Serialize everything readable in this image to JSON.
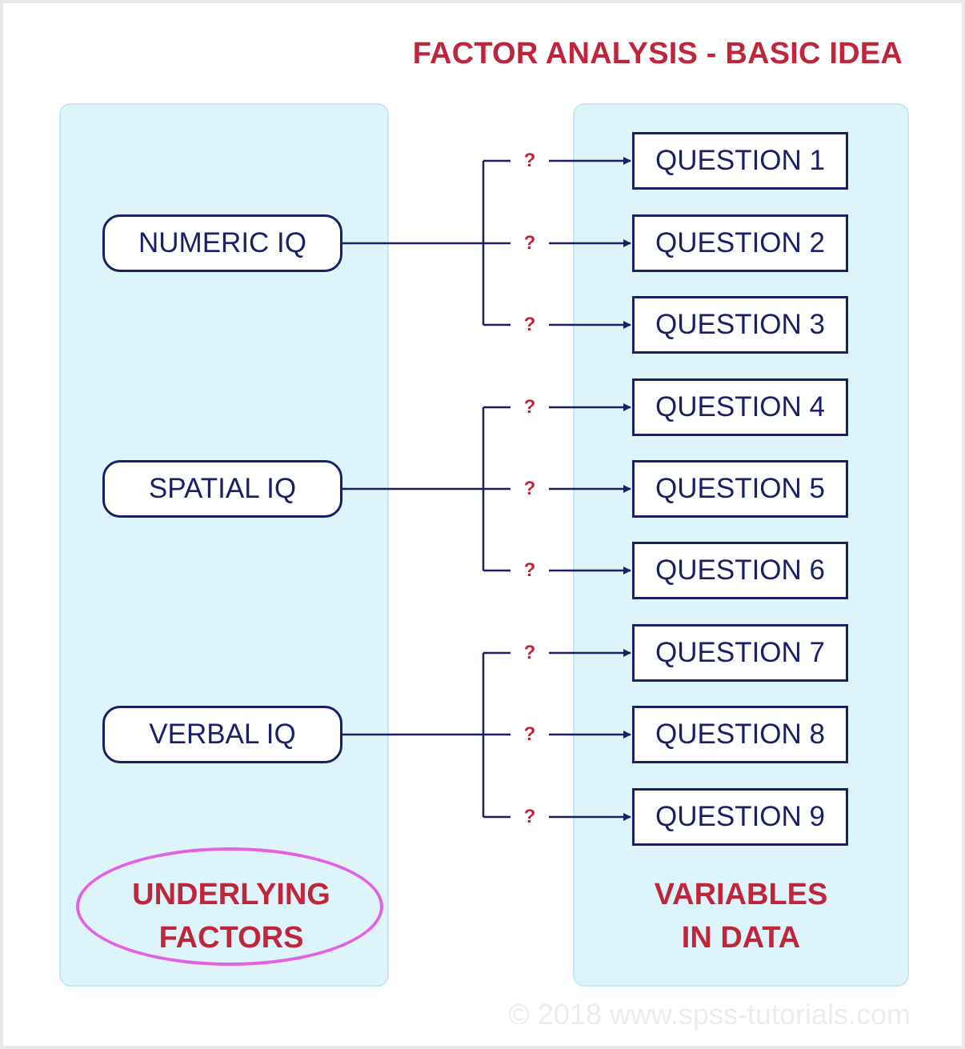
{
  "title": "FACTOR ANALYSIS - BASIC IDEA",
  "factors": [
    {
      "label": "NUMERIC IQ"
    },
    {
      "label": "SPATIAL IQ"
    },
    {
      "label": "VERBAL IQ"
    }
  ],
  "questions": [
    {
      "label": "QUESTION 1"
    },
    {
      "label": "QUESTION 2"
    },
    {
      "label": "QUESTION 3"
    },
    {
      "label": "QUESTION 4"
    },
    {
      "label": "QUESTION 5"
    },
    {
      "label": "QUESTION 6"
    },
    {
      "label": "QUESTION 7"
    },
    {
      "label": "QUESTION 8"
    },
    {
      "label": "QUESTION 9"
    }
  ],
  "link_label": "?",
  "left_caption": [
    "UNDERLYING",
    "FACTORS"
  ],
  "right_caption": [
    "VARIABLES",
    "IN DATA"
  ],
  "copyright": "© 2018 www.spss-tutorials.com",
  "colors": {
    "title": "#c0263b",
    "box_border": "#1a1f66",
    "panel_fill": "#ddf4fb",
    "highlight_ellipse": "#e362e3"
  }
}
